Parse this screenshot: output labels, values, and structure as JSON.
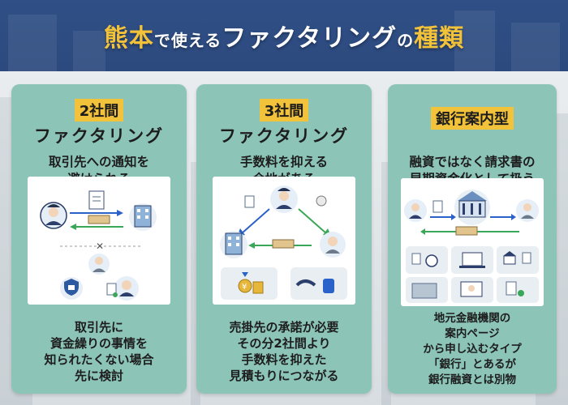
{
  "header": {
    "title_part1": "熊本",
    "title_part2": "で使える",
    "title_part3": "ファクタリング",
    "title_part4": "の",
    "title_part5": "種類"
  },
  "cards": [
    {
      "tag": "2社間",
      "name": "ファクタリング",
      "sub": [
        "取引先への通知を",
        "避けられる"
      ],
      "desc": [
        "取引先に",
        "資金繰りの事情を",
        "知られたくない場合",
        "先に検討"
      ]
    },
    {
      "tag": "3社間",
      "name": "ファクタリング",
      "sub": [
        "手数料を抑える",
        "余地がある"
      ],
      "desc": [
        "売掛先の承諾が必要",
        "その分2社間より",
        "手数料を抑えた",
        "見積もりにつながる"
      ]
    },
    {
      "tag": "銀行案内型",
      "name": "",
      "sub": [
        "融資ではなく請求書の",
        "早期資金化として扱う"
      ],
      "desc": [
        "地元金融機関の",
        "案内ページ",
        "から申し込むタイプ",
        "「銀行」とあるが",
        "銀行融資とは別物"
      ]
    }
  ],
  "colors": {
    "banner": "#2f4f86",
    "accent": "#f2c23a",
    "card": "#8cc4b8",
    "navy": "#2c3e6b",
    "arrow_blue": "#2a62c9",
    "arrow_green": "#3aa657"
  },
  "icons": [
    "person-icon",
    "building-icon",
    "document-icon",
    "money-icon",
    "shield-lock-icon",
    "handshake-icon",
    "bank-icon",
    "coins-icon",
    "laptop-icon",
    "stopwatch-icon"
  ]
}
